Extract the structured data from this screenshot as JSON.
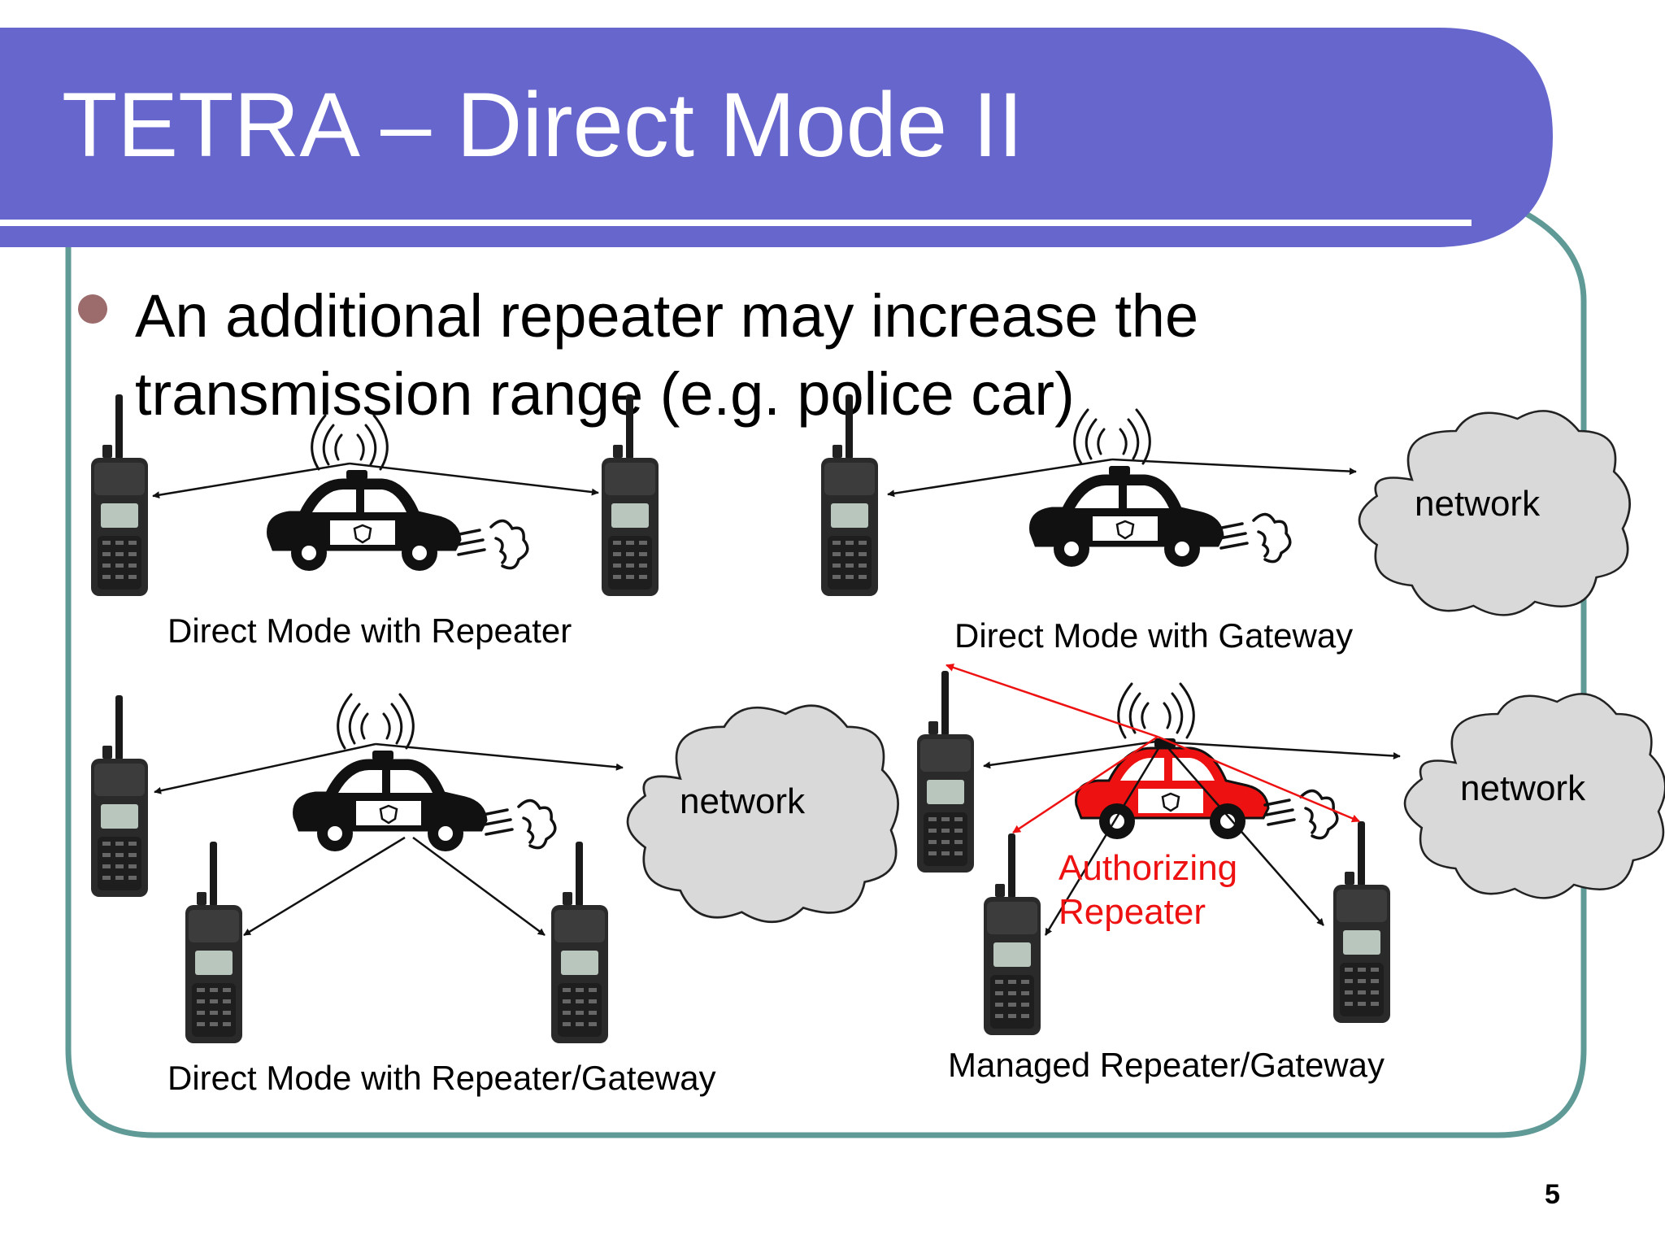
{
  "slide": {
    "title": "TETRA – Direct Mode II",
    "bullet_line1": "An additional repeater may increase the",
    "bullet_line2": "transmission range (e.g. police car)",
    "page_number": "5"
  },
  "colors": {
    "header": "#6666cc",
    "frame": "#5f9a97",
    "bullet": "#9c6b6b",
    "accent_red": "#ee1111"
  },
  "panels": {
    "repeater": {
      "caption": "Direct Mode with Repeater"
    },
    "gateway": {
      "caption": "Direct Mode with Gateway",
      "cloud_label": "network"
    },
    "repeater_gateway": {
      "caption": "Direct Mode with Repeater/Gateway",
      "cloud_label": "network"
    },
    "managed": {
      "caption": "Managed Repeater/Gateway",
      "cloud_label": "network",
      "red_label_line1": "Authorizing",
      "red_label_line2": "Repeater"
    }
  },
  "icons": [
    "radio-handset-icon",
    "police-car-icon",
    "radio-waves-icon",
    "exhaust-puff-icon",
    "network-cloud-icon"
  ]
}
